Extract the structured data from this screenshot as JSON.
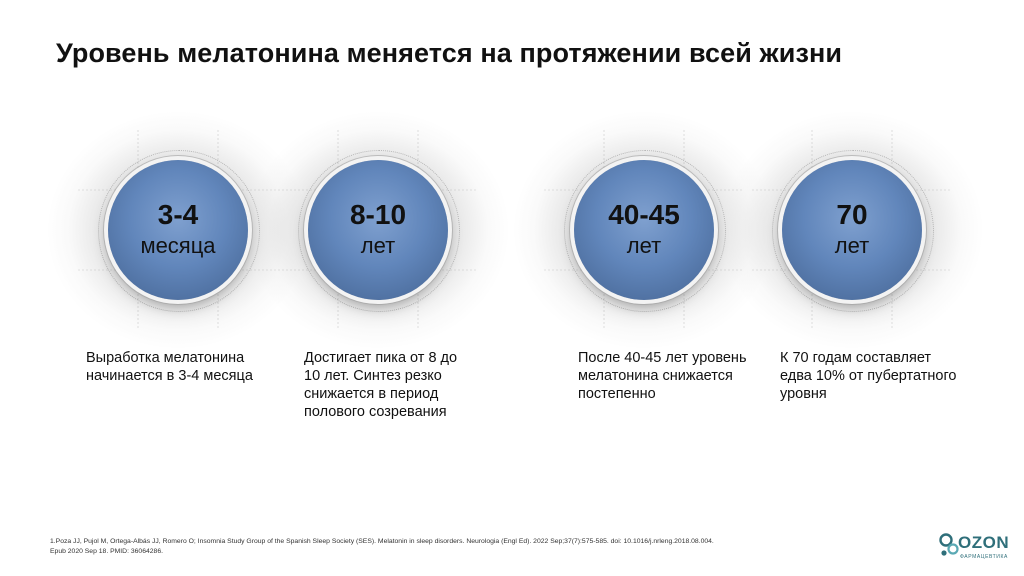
{
  "title": "Уровень мелатонина меняется на протяжении всей жизни",
  "stages": [
    {
      "value": "3-4",
      "unit": "месяца",
      "description": "Выработка мелатонина начинается в 3-4 месяца"
    },
    {
      "value": "8-10",
      "unit": "лет",
      "description": "Достигает пика от 8 до 10 лет. Синтез резко снижается в период полового созревания"
    },
    {
      "value": "40-45",
      "unit": "лет",
      "description": "После 40-45 лет уровень мелатонина снижается постепенно"
    },
    {
      "value": "70",
      "unit": "лет",
      "description": "К 70 годам составляет едва 10% от пубертатного уровня"
    }
  ],
  "footnote": "1.Poza JJ, Pujol M, Ortega-Albás JJ, Romero O; Insomnia Study Group of the Spanish Sleep Society (SES). Melatonin in sleep disorders. Neurologia (Engl Ed). 2022 Sep;37(7):575-585. doi: 10.1016/j.nrleng.2018.08.004. Epub 2020 Sep 18. PMID: 36064286.",
  "logo": {
    "word": "OZON",
    "subtitle": "ФАРМАЦЕВТИКА"
  },
  "colors": {
    "disc": "#6186bb",
    "logo": "#2f6f7a"
  }
}
